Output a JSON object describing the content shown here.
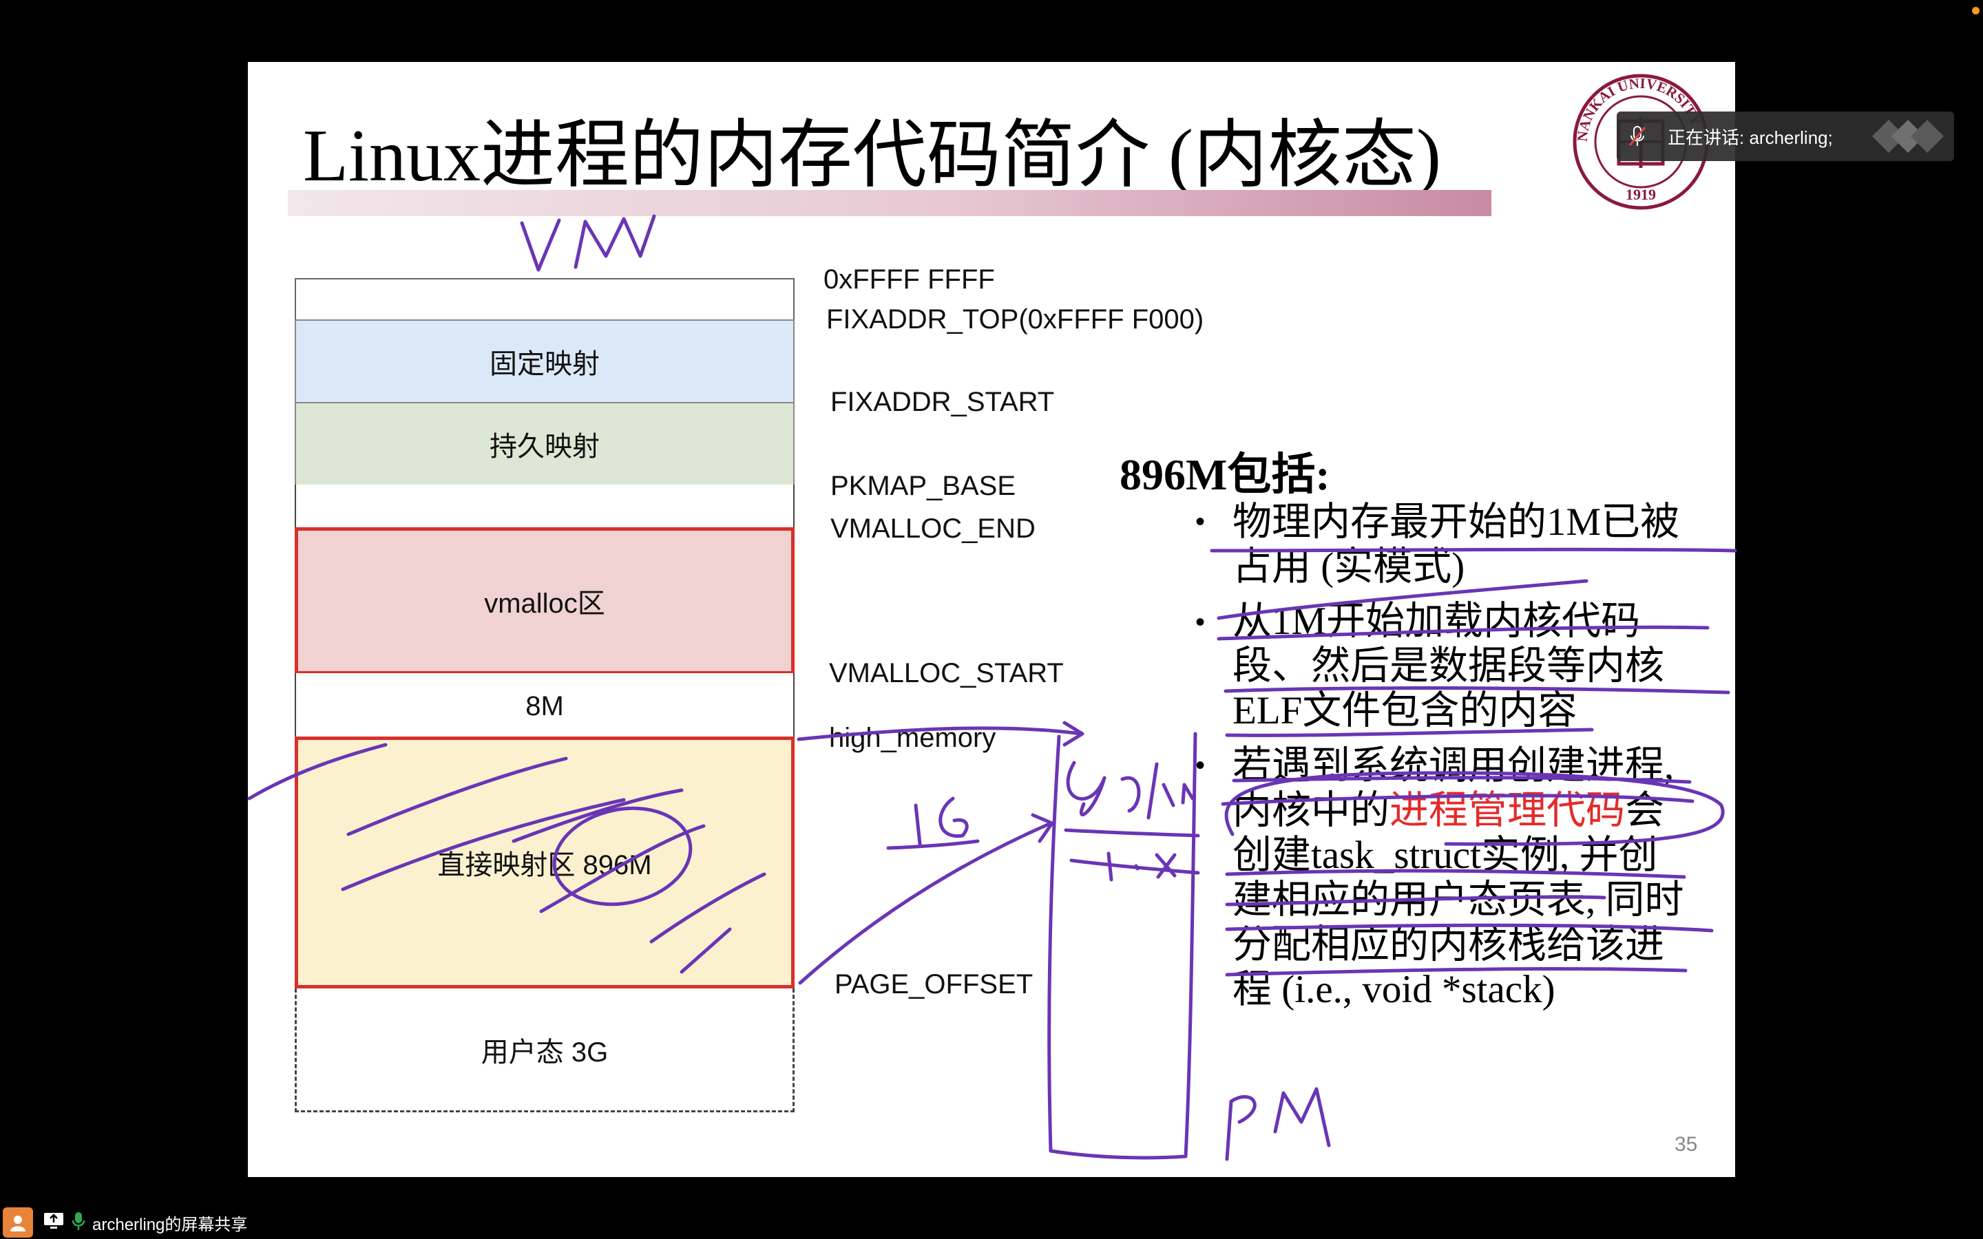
{
  "slide": {
    "title": "Linux进程的内存代码简介 (内核态)",
    "logo_text": "NANKAI UNIVERSITY",
    "logo_year": "1919",
    "page_number": "35",
    "memory_map": {
      "blocks": {
        "fixed": "固定映射",
        "persistent": "持久映射",
        "vmalloc": "vmalloc区",
        "gap_8m": "8M",
        "direct": "直接映射区 896M",
        "user": "用户态 3G"
      },
      "addresses": {
        "top": "0xFFFF FFFF",
        "fixaddr_top": "FIXADDR_TOP(0xFFFF F000)",
        "fixaddr_start": "FIXADDR_START",
        "pkmap_base": "PKMAP_BASE",
        "vmalloc_end": "VMALLOC_END",
        "vmalloc_start": "VMALLOC_START",
        "high_memory": "high_memory",
        "page_offset": "PAGE_OFFSET"
      }
    },
    "bullets": {
      "heading": "896M包括:",
      "items": [
        "物理内存最开始的1M已被占用 (实模式)",
        "从1M开始加载内核代码段、然后是数据段等内核ELF文件包含的内容"
      ],
      "item3_before": "若遇到系统调用创建进程,内核中的",
      "item3_red": "进程管理代码",
      "item3_after": "会创建task_struct实例, 并创建相应的用户态页表, 同时分配相应的内核栈给该进程 (i.e., void *stack)"
    }
  },
  "overlay": {
    "speaking_label": "正在讲话: archerling;",
    "share_label": "archerling的屏幕共享"
  },
  "colors": {
    "vmalloc_fill": "#f0d2d2",
    "direct_fill": "#fcf1cf",
    "fixed_fill": "#dbe8f7",
    "persistent_fill": "#dde7d5",
    "highlight_border": "#d9302b",
    "ink": "#6a35b5",
    "red_text": "#e42a2a",
    "logo": "#8a1a3c"
  }
}
